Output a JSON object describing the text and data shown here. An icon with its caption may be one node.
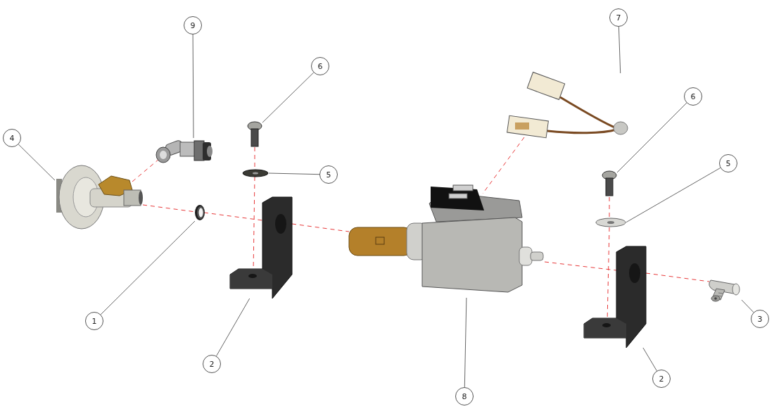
{
  "diagram": {
    "nodes": [
      {
        "text": [
          "9"
        ]
      },
      {
        "text": [
          "7"
        ]
      },
      {
        "text": [
          "6"
        ]
      },
      {
        "text": [
          "6"
        ]
      },
      {
        "text": [
          "4"
        ]
      },
      {
        "text": [
          "5"
        ]
      },
      {
        "text": [
          "5"
        ]
      },
      {
        "text": [
          "1"
        ]
      },
      {
        "text": [
          "3"
        ]
      },
      {
        "text": [
          "2"
        ]
      },
      {
        "text": [
          "2"
        ]
      },
      {
        "text": [
          "8"
        ]
      },
      {
        "text": [],
        "shape": "picture"
      },
      {
        "text": [],
        "shape": "picture"
      },
      {
        "text": [],
        "shape": "picture"
      },
      {
        "text": [],
        "shape": "picture"
      },
      {
        "text": [],
        "shape": "picture"
      },
      {
        "text": [],
        "shape": "picture"
      },
      {
        "text": [],
        "shape": "picture"
      },
      {
        "text": [],
        "shape": "picture"
      },
      {
        "text": [],
        "shape": "picture"
      },
      {
        "text": [],
        "shape": "picture"
      },
      {
        "text": [],
        "shape": "picture"
      },
      {
        "text": [],
        "shape": "picture"
      }
    ],
    "edges": [
      {
        "from": 0,
        "to": 13,
        "arrow": "none"
      },
      {
        "from": 1,
        "to": 19,
        "arrow": "none"
      },
      {
        "from": 2,
        "to": 17,
        "arrow": "none"
      },
      {
        "from": 3,
        "to": 22,
        "arrow": "none"
      },
      {
        "from": 4,
        "to": 12,
        "arrow": "none"
      },
      {
        "from": 5,
        "to": 16,
        "arrow": "none"
      },
      {
        "from": 6,
        "to": 21,
        "arrow": "none"
      },
      {
        "from": 7,
        "to": 14,
        "arrow": "none"
      },
      {
        "from": 8,
        "to": 23,
        "arrow": "none"
      },
      {
        "from": 9,
        "to": 15,
        "arrow": "none"
      },
      {
        "from": 10,
        "to": 20,
        "arrow": "none"
      },
      {
        "from": 11,
        "to": 18,
        "arrow": "none"
      },
      {
        "from": 12,
        "to": 13,
        "arrow": "none",
        "style": "dashed",
        "color": "#e8393a"
      },
      {
        "from": 12,
        "to": 14,
        "arrow": "none",
        "style": "dashed",
        "color": "#e8393a"
      },
      {
        "from": 14,
        "to": 15,
        "arrow": "none",
        "style": "dashed",
        "color": "#e8393a"
      },
      {
        "from": 15,
        "to": 18,
        "arrow": "none",
        "style": "dashed",
        "color": "#e8393a"
      },
      {
        "from": 17,
        "to": 16,
        "arrow": "none",
        "style": "dashed",
        "color": "#e8393a"
      },
      {
        "from": 16,
        "to": 15,
        "arrow": "none",
        "style": "dashed",
        "color": "#e8393a"
      },
      {
        "from": 19,
        "to": 18,
        "arrow": "none",
        "style": "dashed",
        "color": "#e8393a"
      },
      {
        "from": 18,
        "to": 20,
        "arrow": "none",
        "style": "dashed",
        "color": "#e8393a"
      },
      {
        "from": 20,
        "to": 23,
        "arrow": "none",
        "style": "dashed",
        "color": "#e8393a"
      },
      {
        "from": 22,
        "to": 21,
        "arrow": "none",
        "style": "dashed",
        "color": "#e8393a"
      },
      {
        "from": 21,
        "to": 20,
        "arrow": "none",
        "style": "dashed",
        "color": "#e8393a"
      }
    ]
  }
}
